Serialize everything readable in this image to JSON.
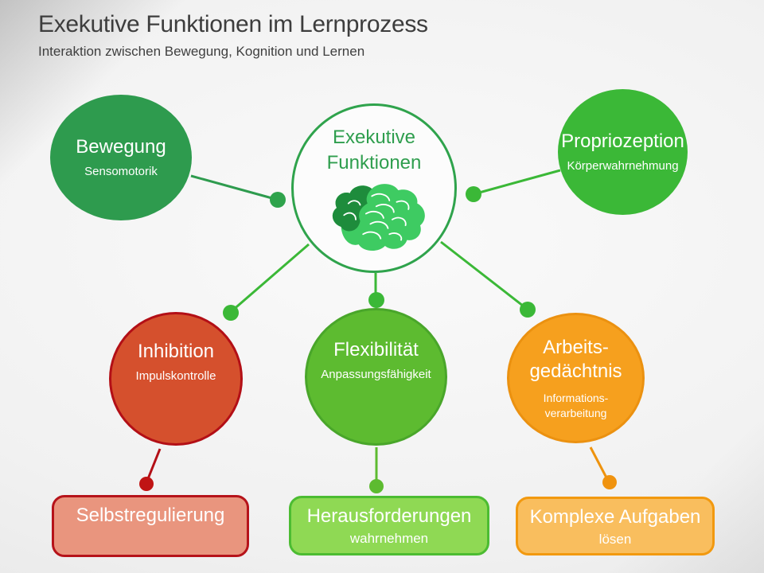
{
  "header": {
    "title": "Exekutive Funktionen im Lernprozess",
    "subtitle": "Interaktion zwischen Bewegung, Kognition und Lernen"
  },
  "center": {
    "line1": "Exekutive",
    "line2": "Funktionen",
    "icon": "brain-icon"
  },
  "nodes": {
    "bewegung": {
      "title": "Bewegung",
      "subtitle": "Sensomotorik"
    },
    "propriozeption": {
      "title": "Propriozeption",
      "subtitle": "Körperwahrnehmung"
    },
    "inhibition": {
      "title": "Inhibition",
      "subtitle": "Impulskontrolle"
    },
    "flexibilitaet": {
      "title": "Flexibilität",
      "subtitle": "Anpassungsfähigkeit"
    },
    "arbeitsgedaechtnis": {
      "title_line1": "Arbeits-",
      "title_line2": "gedächtnis",
      "subtitle_line1": "Informations-",
      "subtitle_line2": "verarbeitung"
    }
  },
  "outcomes": {
    "selbstregulierung": {
      "line1": "Selbstregulierung"
    },
    "herausforderungen": {
      "line1": "Herausforderungen",
      "line2": "wahrnehmen"
    },
    "komplexe_aufgaben": {
      "line1": "Komplexe Aufgaben",
      "line2": "lösen"
    }
  },
  "colors": {
    "background_edge": "#e2e2e2",
    "title_text": "#3d3d3d",
    "bewegung_fill": "#2e9b4e",
    "center_outline": "#2fa34c",
    "center_text": "#2f9e4e",
    "propriozeption_fill": "#3bb837",
    "inhibition_fill": "#d5502d",
    "inhibition_border": "#b30f16",
    "flexibilitaet_fill": "#5dbb30",
    "flexibilitaet_border": "#49a62a",
    "arbeitsgedaechtnis_fill": "#f6a01e",
    "arbeitsgedaechtnis_border": "#eb9110",
    "selbstregulierung_fill": "#e9957e",
    "selbstregulierung_border": "#b6131a",
    "herausforderungen_fill": "#8fd954",
    "herausforderungen_border": "#4cbc32",
    "komplexe_fill": "#f9be5e",
    "komplexe_border": "#f2990f",
    "connector_green_bright": "#3bb837",
    "connector_green_dark": "#2e9b4e",
    "connector_red": "#b30f16",
    "connector_orange": "#ee930e",
    "brain_light": "#3ecb62",
    "brain_dark": "#1e8c3c"
  }
}
